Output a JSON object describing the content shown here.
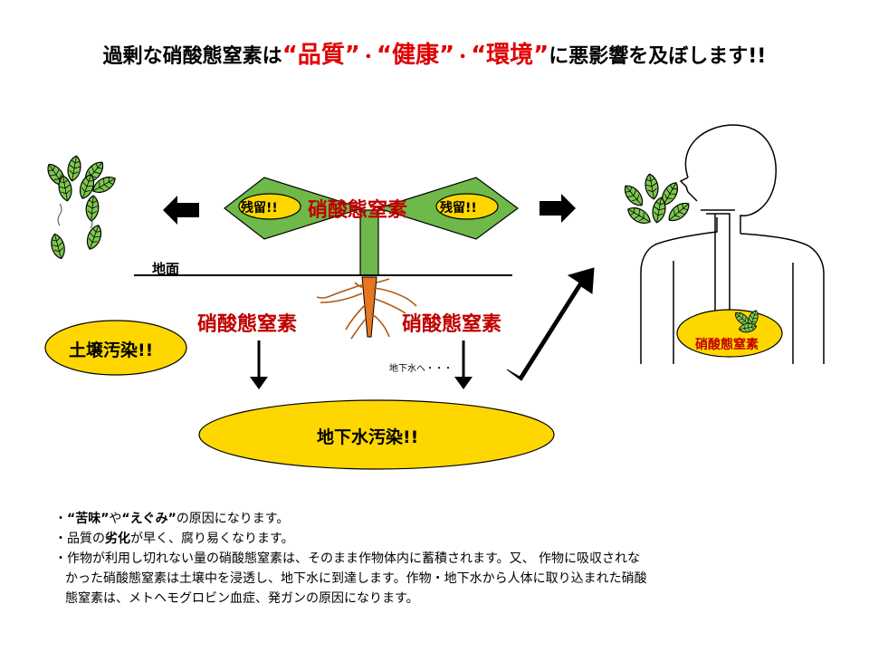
{
  "title": {
    "prefix": "過剰な硝酸態窒素は",
    "q1": "“品質”",
    "dot1": "・",
    "q2": "“健康”",
    "dot2": "・",
    "q3": "“環境”",
    "suffix": "に悪影響を及ぼします!!"
  },
  "diagram": {
    "residue_left": "残留!!",
    "residue_right": "残留!!",
    "leaf_label": "硝酸態窒素",
    "ground_label": "地面",
    "root_left_label": "硝酸態窒素",
    "root_right_label": "硝酸態窒素",
    "soil_label": "土壌汚染!!",
    "to_groundwater_label": "地下水へ・・・",
    "groundwater_label": "地下水汚染!!",
    "stomach_label": "硝酸態窒素"
  },
  "colors": {
    "leaf_green": "#6fb84a",
    "yellow": "#ffd700",
    "root_orange": "#e8761e",
    "red_text": "#c00000",
    "accent_red": "#e00000"
  },
  "notes": {
    "line1_a": "・",
    "line1_b": "“苦味”",
    "line1_c": "や",
    "line1_d": "“えぐみ”",
    "line1_e": "の原因になります。",
    "line2_a": "・品質の",
    "line2_b": "劣化",
    "line2_c": "が早く、腐り易くなります。",
    "line3": "・作物が利用し切れない量の硝酸態窒素は、そのまま作物体内に蓄積されます。又、 作物に吸収されな",
    "line4": "かった硝酸態窒素は土壌中を浸透し、地下水に到達します。作物・地下水から人体に取り込まれた硝酸",
    "line5": "態窒素は、メトヘモグロビン血症、発ガンの原因になります。"
  }
}
